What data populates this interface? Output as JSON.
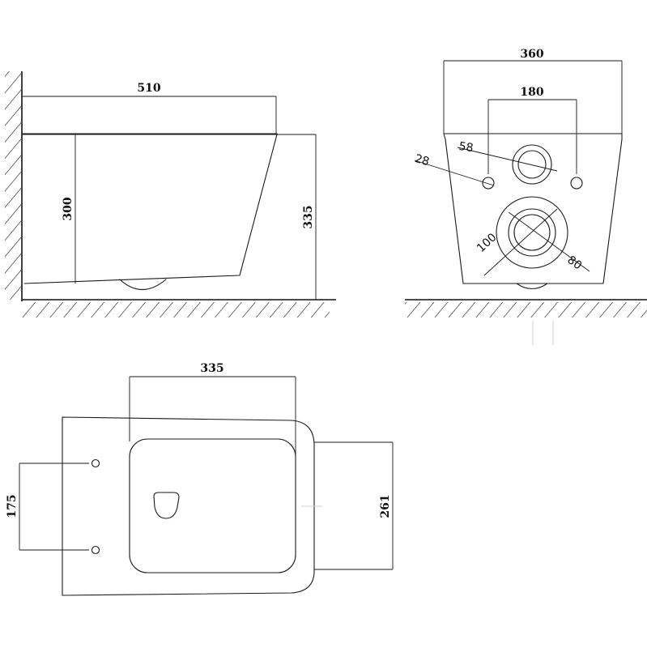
{
  "side_view": {
    "depth": "510",
    "height": "300",
    "overall_height": "335"
  },
  "front_view": {
    "width": "360",
    "bolt_spacing": "180",
    "inlet_diameter": "58",
    "bolt_hole_diameter": "28",
    "outlet_outer_diameter": "100",
    "outlet_inner_diameter": "80"
  },
  "top_view": {
    "width": "335",
    "bolt_spacing": "175",
    "depth": "261"
  }
}
